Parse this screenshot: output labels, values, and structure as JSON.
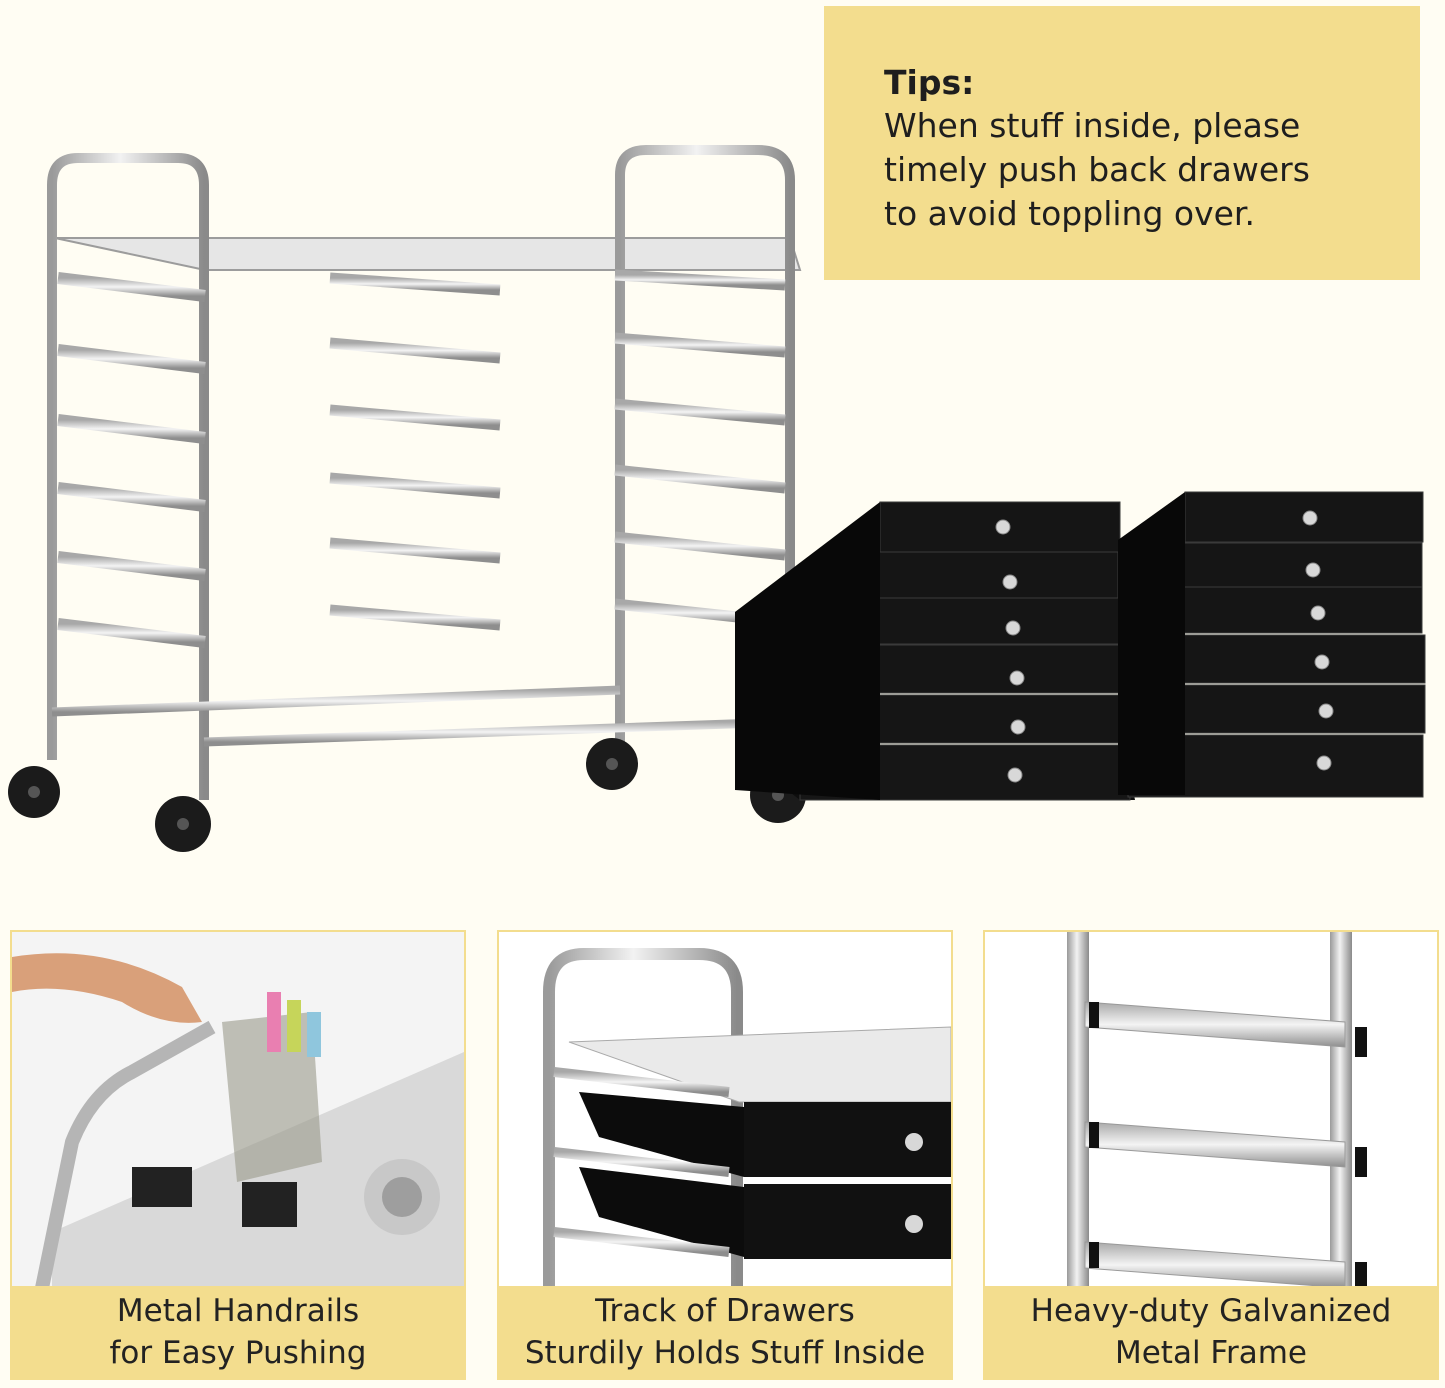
{
  "tips": {
    "title": "Tips:",
    "lines": [
      "When stuff inside, please",
      "timely push back drawers",
      "to avoid toppling over."
    ]
  },
  "colors": {
    "accent": "#f3dd8e",
    "background": "#fffdf3",
    "drawer": "#111111",
    "chrome": "#c8c8c8"
  },
  "features": [
    {
      "line1": "Metal Handrails",
      "line2": "for Easy Pushing"
    },
    {
      "line1": "Track of Drawers",
      "line2": "Sturdily Holds Stuff Inside"
    },
    {
      "line1": "Heavy-duty Galvanized",
      "line2": "Metal Frame"
    }
  ],
  "icons": [
    "cart-frame-illustration",
    "black-drawer-stack-illustration",
    "handrail-closeup-photo",
    "drawer-track-closeup-photo",
    "metal-frame-closeup-photo"
  ]
}
